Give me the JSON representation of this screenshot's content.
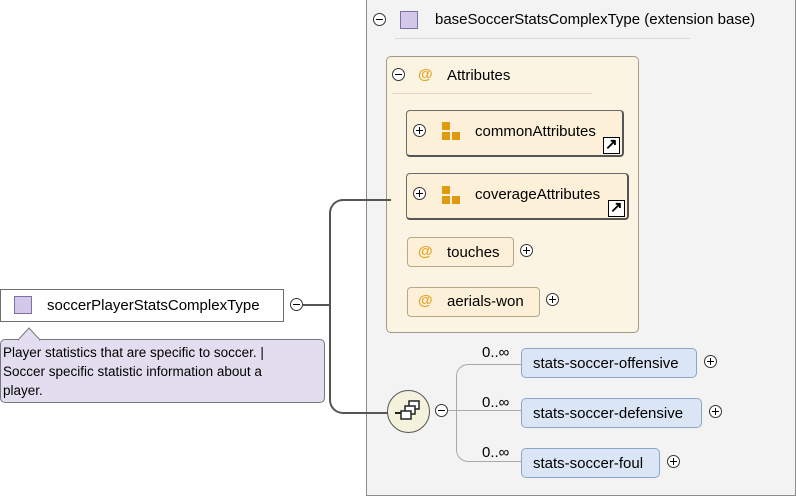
{
  "root_type": {
    "label": "soccerPlayerStatsComplexType",
    "annotation": "Player statistics that are specific to soccer. | Soccer specific statistic information about a player."
  },
  "base_type": {
    "label": "baseSoccerStatsComplexType (extension base)"
  },
  "attributes_group": {
    "label": "Attributes",
    "items": [
      {
        "label": "commonAttributes",
        "kind": "attribute-group-ref"
      },
      {
        "label": "coverageAttributes",
        "kind": "attribute-group-ref"
      },
      {
        "label": "touches",
        "kind": "attribute"
      },
      {
        "label": "aerials-won",
        "kind": "attribute"
      }
    ]
  },
  "sequence": {
    "elements": [
      {
        "label": "stats-soccer-offensive",
        "cardinality": "0..∞"
      },
      {
        "label": "stats-soccer-defensive",
        "cardinality": "0..∞"
      },
      {
        "label": "stats-soccer-foul",
        "cardinality": "0..∞"
      }
    ]
  },
  "colors": {
    "type_box": "#d3c7ea",
    "element_box": "#dae6f6",
    "attribute_box": "#fdf0d8",
    "annotation_box": "#e3deef"
  }
}
